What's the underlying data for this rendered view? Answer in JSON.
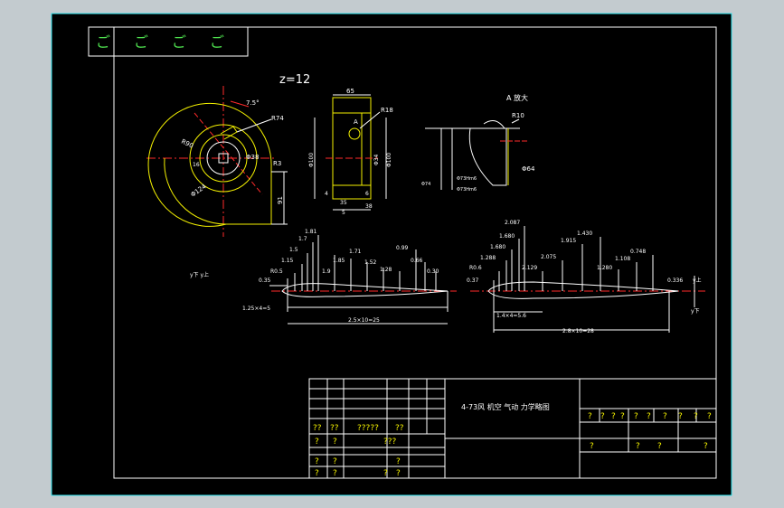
{
  "colors": {
    "background": "#c3cbcf",
    "sheet": "#000000",
    "frame": "#2de3ec",
    "yellow": "#f4f100",
    "white": "#ffffff",
    "red": "#ff2a2a",
    "green": "#4fe14f",
    "cyan": "#3ff1ff"
  },
  "header": {
    "marks": [
      "ご",
      "ご",
      "ご",
      "ご"
    ]
  },
  "impeller_view": {
    "teeth": "z=12",
    "angle": "7.5°",
    "r74": "R74",
    "r90": "R90",
    "phi38": "Φ38",
    "r3": "R3",
    "phi124": "Φ124",
    "d91": "91",
    "d16": "16"
  },
  "hub_section": {
    "width": "65",
    "radius": "R18",
    "label_a": "A",
    "phi100": "Φ100",
    "phi34": "Φ34",
    "phi100b": "Φ100",
    "d4": "4",
    "d6": "6",
    "d35": "35",
    "d38": "38",
    "d5": "5"
  },
  "detail_a": {
    "title": "A 放大",
    "r10": "R10",
    "phi64": "Φ64",
    "d74": "Φ74",
    "d73": "Φ73Hm6",
    "d73b": "Φ73Hm6"
  },
  "airfoil_left": {
    "labels": [
      "1.81",
      "1.7",
      "1.5",
      "1.15",
      "R0.5",
      "0.35",
      "1.9",
      "1.85",
      "1.71",
      "1.52",
      "1.28",
      "0.99",
      "0.66",
      "0.30"
    ],
    "base": "1.25×4=5",
    "span": "2.5×10=25",
    "axis": "y下 y上"
  },
  "airfoil_right": {
    "labels": [
      "2.087",
      "1.680",
      "1.680",
      "1.288",
      "R0.6",
      "0.37",
      "2.129",
      "2.075",
      "1.915",
      "1.430",
      "1.280",
      "1.108",
      "0.748",
      "0.336"
    ],
    "base": "1.4×4=5.6",
    "span": "2.8×10=28",
    "axis_up": "y上",
    "axis_down": "y下"
  },
  "title_block": {
    "drawing_title": "4-73风 机空 气动 力学略图",
    "left_row_a": [
      "??",
      "??",
      "?????",
      "??"
    ],
    "left_row_b": [
      "?",
      "?",
      "???"
    ],
    "left_row_c": [
      "?",
      "?",
      "?"
    ],
    "left_row_d": [
      "?",
      "?",
      "?",
      "?"
    ],
    "right_row_a": [
      "?",
      "?",
      "?",
      "?",
      "?",
      "?",
      "?",
      "?",
      "?",
      "?"
    ],
    "right_row_b": [
      "?",
      "?",
      "?",
      "?"
    ]
  }
}
